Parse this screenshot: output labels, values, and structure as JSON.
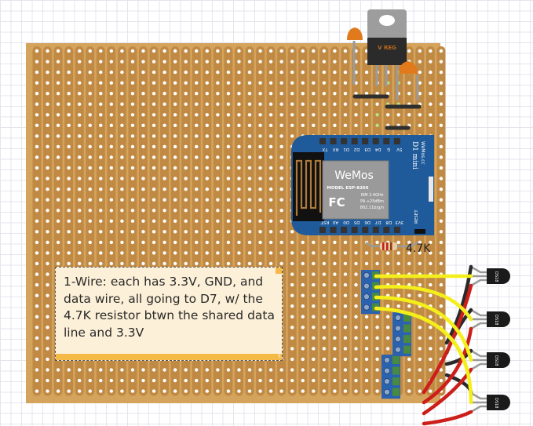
{
  "diagram": {
    "type": "stripboard-breadboard-view",
    "board": {
      "color": "#d5a45c",
      "strip_color": "#c08a44",
      "hole_color": "#ffffff",
      "connected_hole_color": "#b6e38a"
    },
    "background": {
      "color": "#ffffff",
      "grid_color": "#e4e6ec"
    },
    "regulator": {
      "label": "V REG",
      "body_color": "#2b2b2b",
      "tab_color": "#9a9a9a",
      "label_color": "#c06a1a"
    },
    "capacitor_color": "#e07a1c",
    "module": {
      "brand": "WeMos",
      "name": "D1 mini",
      "site": "WeMos.cc",
      "model_line": "MODEL ESP-8266",
      "spec_lines": [
        "ISM 2.4GHz",
        "PA +25dBm",
        "802.11b/g/n"
      ],
      "fcc": "FC",
      "reset_label": "RESET",
      "top_pins": [
        "TX",
        "RX",
        "D1",
        "D2",
        "D3",
        "D4",
        "G",
        "5V"
      ],
      "bottom_pins": [
        "RST",
        "A0",
        "D0",
        "D5",
        "D6",
        "D7",
        "D8",
        "3V3"
      ],
      "pcb_color": "#1f5a9a"
    },
    "resistor": {
      "label": "4.7K",
      "bands": [
        "#c0211b",
        "#c0211b",
        "#8a3a12"
      ]
    },
    "note": {
      "text": "1-Wire: each has 3.3V, GND, and data wire, all going to D7, w/ the 4.7K resistor btwn the shared data line and 3.3V"
    },
    "sensors": [
      {
        "label": "DS18"
      },
      {
        "label": "DS18"
      },
      {
        "label": "DS18"
      },
      {
        "label": "DS18"
      }
    ],
    "wire_colors": {
      "data": "#f4ef1a",
      "power": "#cc1f1a",
      "ground": "#2a2a2a"
    },
    "terminal_block_color": "#2a62b0"
  }
}
